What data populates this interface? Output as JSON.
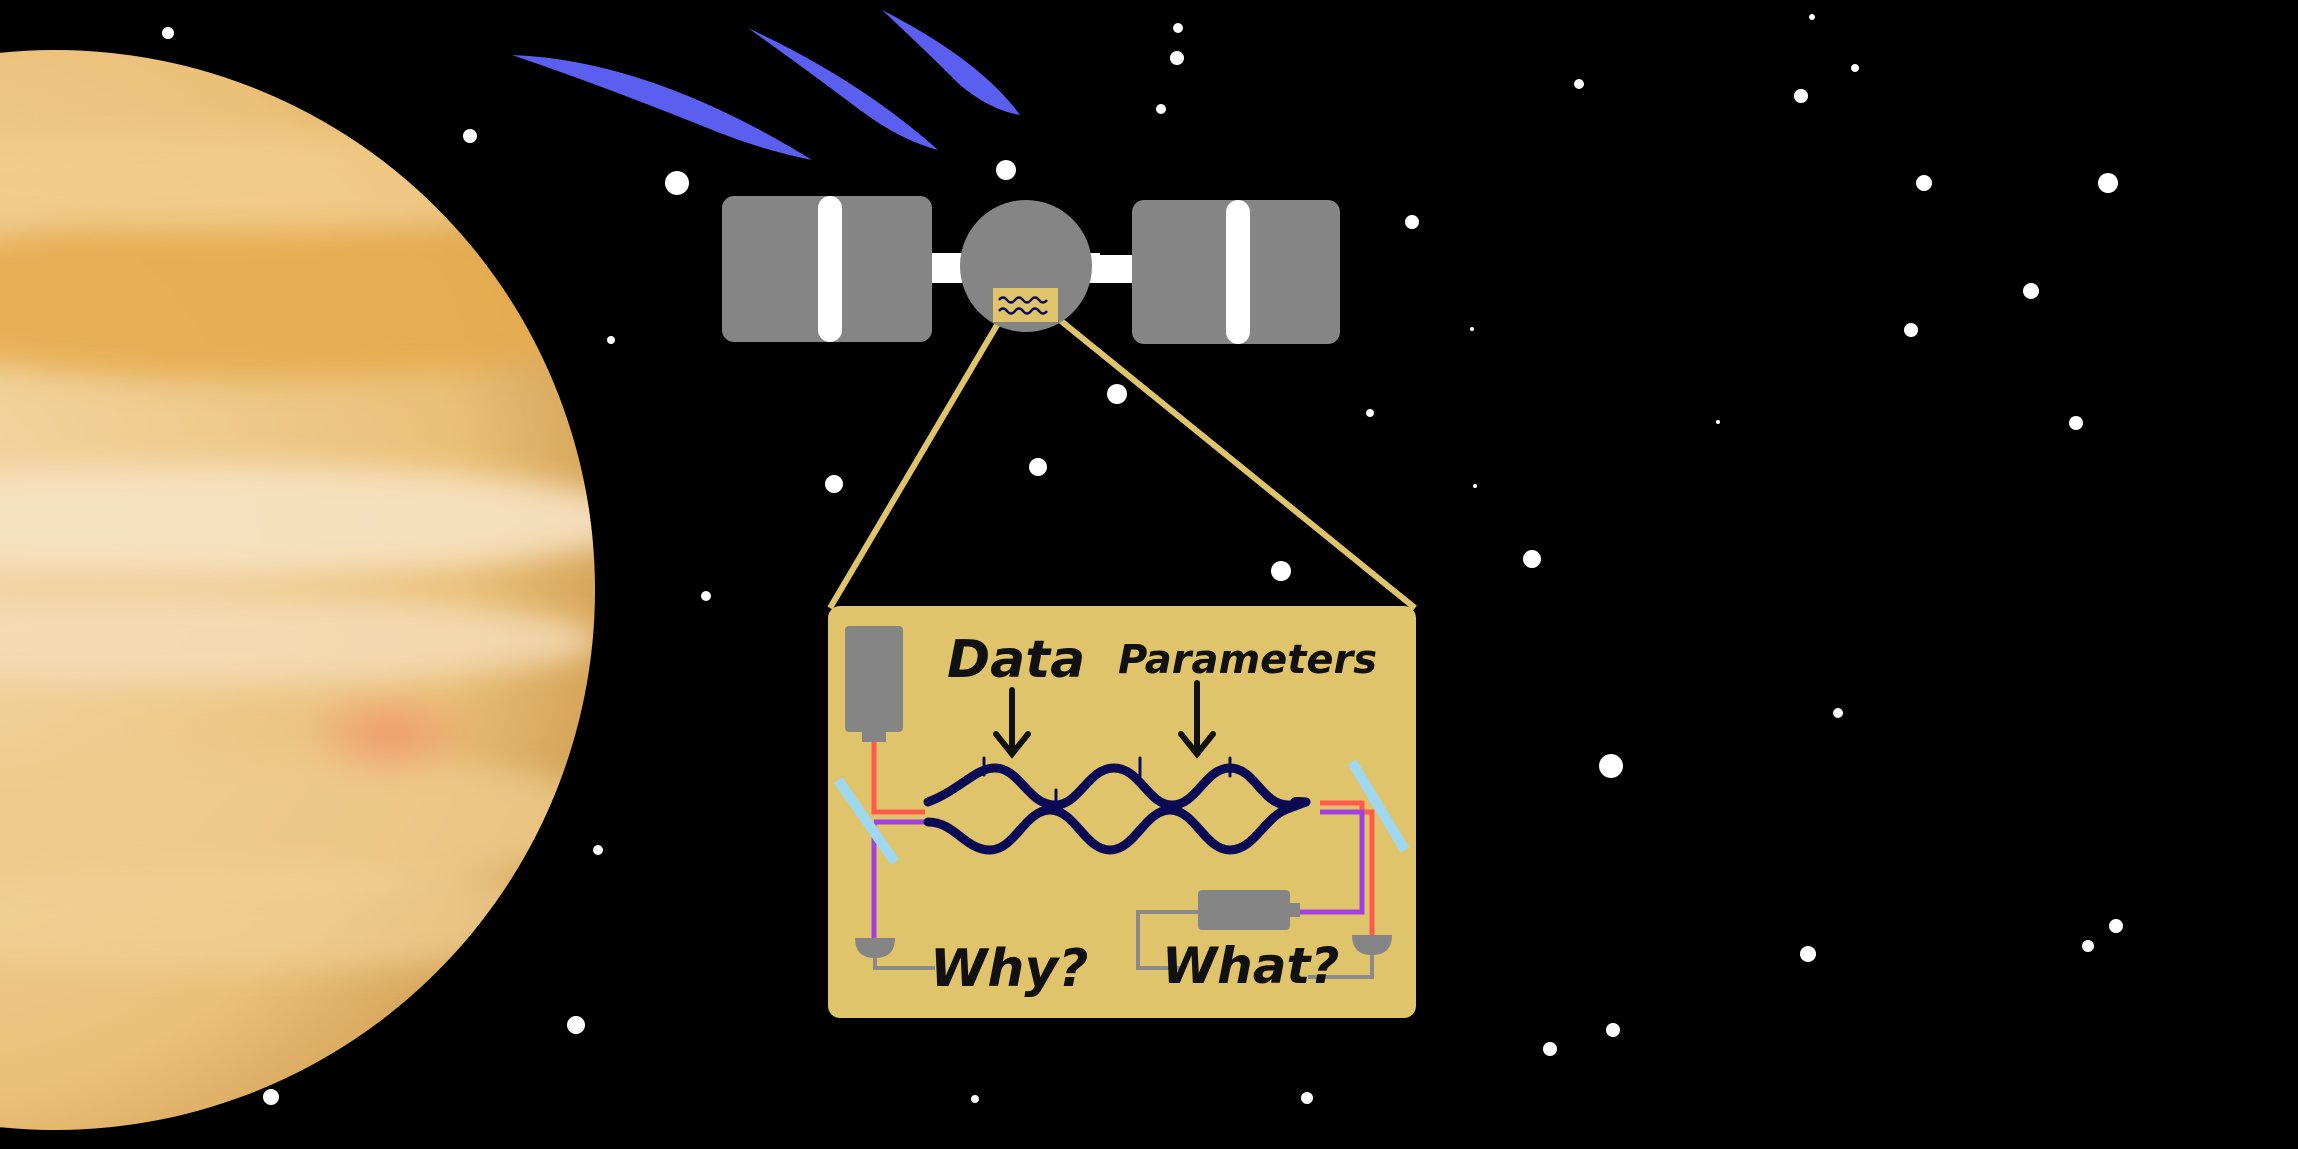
{
  "labels": {
    "data": "Data",
    "parameters": "Parameters",
    "why": "Why?",
    "what": "What?"
  },
  "icons": {
    "planet": "planet-icon",
    "satellite": "satellite-icon",
    "laser": "laser-source-icon",
    "detector": "detector-icon",
    "beam_splitter": "beam-splitter-icon"
  },
  "colors": {
    "space": "#000000",
    "planet_light": "#f2d3a0",
    "planet_dark": "#e0aa50",
    "planet_spot": "#f0a070",
    "satellite_grey": "#858585",
    "panel_line": "#ffffff",
    "inset_box": "#e0c46c",
    "zoom_lines": "#e0c46c",
    "signal_waves": "#5a5ff0",
    "circuit_waves": "#0b0b55",
    "laser_red": "#ff5a4a",
    "purple_wire": "#a040e0",
    "splitter_blue": "#9ed8f0",
    "grey_wire": "#8a8a8a"
  }
}
